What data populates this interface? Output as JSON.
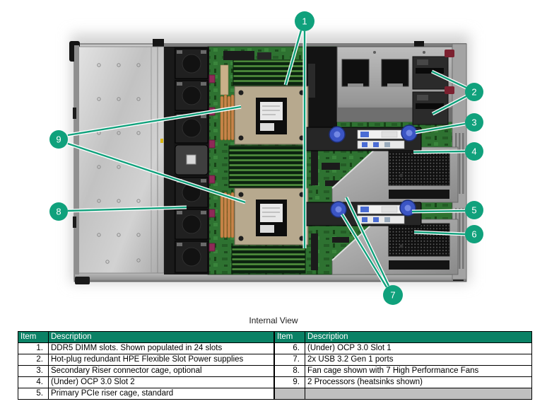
{
  "colors": {
    "accent_green": "#10A17C",
    "table_header_green": "#0A8165",
    "empty_row_gray": "#C0C0C0"
  },
  "figure": {
    "callouts": [
      {
        "n": "1"
      },
      {
        "n": "2"
      },
      {
        "n": "3"
      },
      {
        "n": "4"
      },
      {
        "n": "5"
      },
      {
        "n": "6"
      },
      {
        "n": "7"
      },
      {
        "n": "8"
      },
      {
        "n": "9"
      }
    ]
  },
  "caption": "Internal View",
  "tables": {
    "left": {
      "item_header": "Item",
      "desc_header": "Description",
      "rows": [
        {
          "item": "1.",
          "desc": "DDR5 DIMM slots. Shown populated in 24 slots"
        },
        {
          "item": "2.",
          "desc": "Hot-plug redundant HPE Flexible Slot Power supplies"
        },
        {
          "item": "3.",
          "desc": "Secondary Riser connector cage, optional"
        },
        {
          "item": "4.",
          "desc": "(Under) OCP 3.0 Slot 2"
        },
        {
          "item": "5.",
          "desc": "Primary PCIe riser cage, standard"
        }
      ]
    },
    "right": {
      "item_header": "Item",
      "desc_header": "Description",
      "rows": [
        {
          "item": "6.",
          "desc": "(Under) OCP 3.0 Slot 1"
        },
        {
          "item": "7.",
          "desc": "2x USB 3.2 Gen 1 ports"
        },
        {
          "item": "8.",
          "desc": "Fan cage shown with 7 High Performance Fans"
        },
        {
          "item": "9.",
          "desc": "2 Processors (heatsinks shown)"
        }
      ]
    }
  }
}
